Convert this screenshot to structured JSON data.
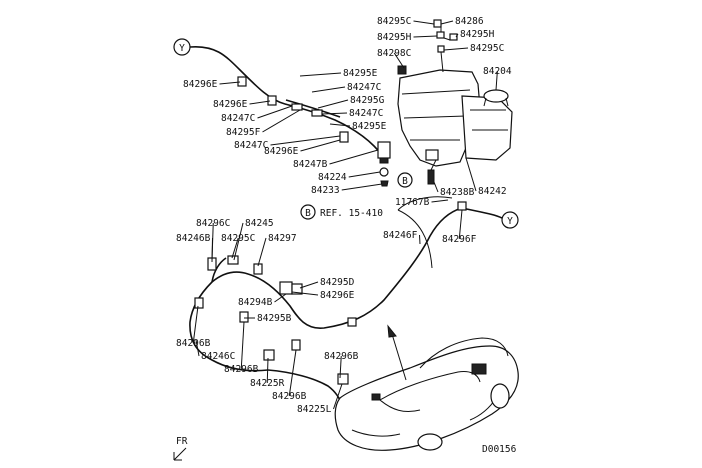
{
  "parts": [
    {
      "id": "p_84295C_a",
      "label": "84295C"
    },
    {
      "id": "p_84286",
      "label": "84286"
    },
    {
      "id": "p_84295H_a",
      "label": "84295H"
    },
    {
      "id": "p_84295H_b",
      "label": "84295H"
    },
    {
      "id": "p_84295C_b",
      "label": "84295C"
    },
    {
      "id": "p_84298C",
      "label": "84298C"
    },
    {
      "id": "p_84204",
      "label": "84204"
    },
    {
      "id": "p_84296E_a",
      "label": "84296E"
    },
    {
      "id": "p_84295E_a",
      "label": "84295E"
    },
    {
      "id": "p_84247C_a",
      "label": "84247C"
    },
    {
      "id": "p_84296E_b",
      "label": "84296E"
    },
    {
      "id": "p_84295G",
      "label": "84295G"
    },
    {
      "id": "p_84247C_b",
      "label": "84247C"
    },
    {
      "id": "p_84247C_c",
      "label": "84247C"
    },
    {
      "id": "p_84295F",
      "label": "84295F"
    },
    {
      "id": "p_84295E_b",
      "label": "84295E"
    },
    {
      "id": "p_84247C_d",
      "label": "84247C"
    },
    {
      "id": "p_84296E_c",
      "label": "84296E"
    },
    {
      "id": "p_84247B",
      "label": "84247B"
    },
    {
      "id": "p_84224",
      "label": "84224"
    },
    {
      "id": "p_84233",
      "label": "84233"
    },
    {
      "id": "p_84238B",
      "label": "84238B"
    },
    {
      "id": "p_84242",
      "label": "84242"
    },
    {
      "id": "p_11767B",
      "label": "11767B"
    },
    {
      "id": "p_84296C",
      "label": "84296C"
    },
    {
      "id": "p_84245",
      "label": "84245"
    },
    {
      "id": "p_84246B",
      "label": "84246B"
    },
    {
      "id": "p_84295C_c",
      "label": "84295C"
    },
    {
      "id": "p_84297",
      "label": "84297"
    },
    {
      "id": "p_84246F",
      "label": "84246F"
    },
    {
      "id": "p_84296F",
      "label": "84296F"
    },
    {
      "id": "p_84295D",
      "label": "84295D"
    },
    {
      "id": "p_84296E_d",
      "label": "84296E"
    },
    {
      "id": "p_84294B",
      "label": "84294B"
    },
    {
      "id": "p_84295B",
      "label": "84295B"
    },
    {
      "id": "p_84296B_a",
      "label": "84296B"
    },
    {
      "id": "p_84246C",
      "label": "84246C"
    },
    {
      "id": "p_84296B_b",
      "label": "84296B"
    },
    {
      "id": "p_84296B_c",
      "label": "84296B"
    },
    {
      "id": "p_84225R",
      "label": "84225R"
    },
    {
      "id": "p_84296B_d",
      "label": "84296B"
    },
    {
      "id": "p_84225L",
      "label": "84225L"
    }
  ],
  "reference": {
    "circle": "B",
    "text": "REF. 15-410"
  },
  "connectors": {
    "top": "Y",
    "right": "Y",
    "tank": "B"
  },
  "front_marker": "FR",
  "drawing_code": "D00156"
}
